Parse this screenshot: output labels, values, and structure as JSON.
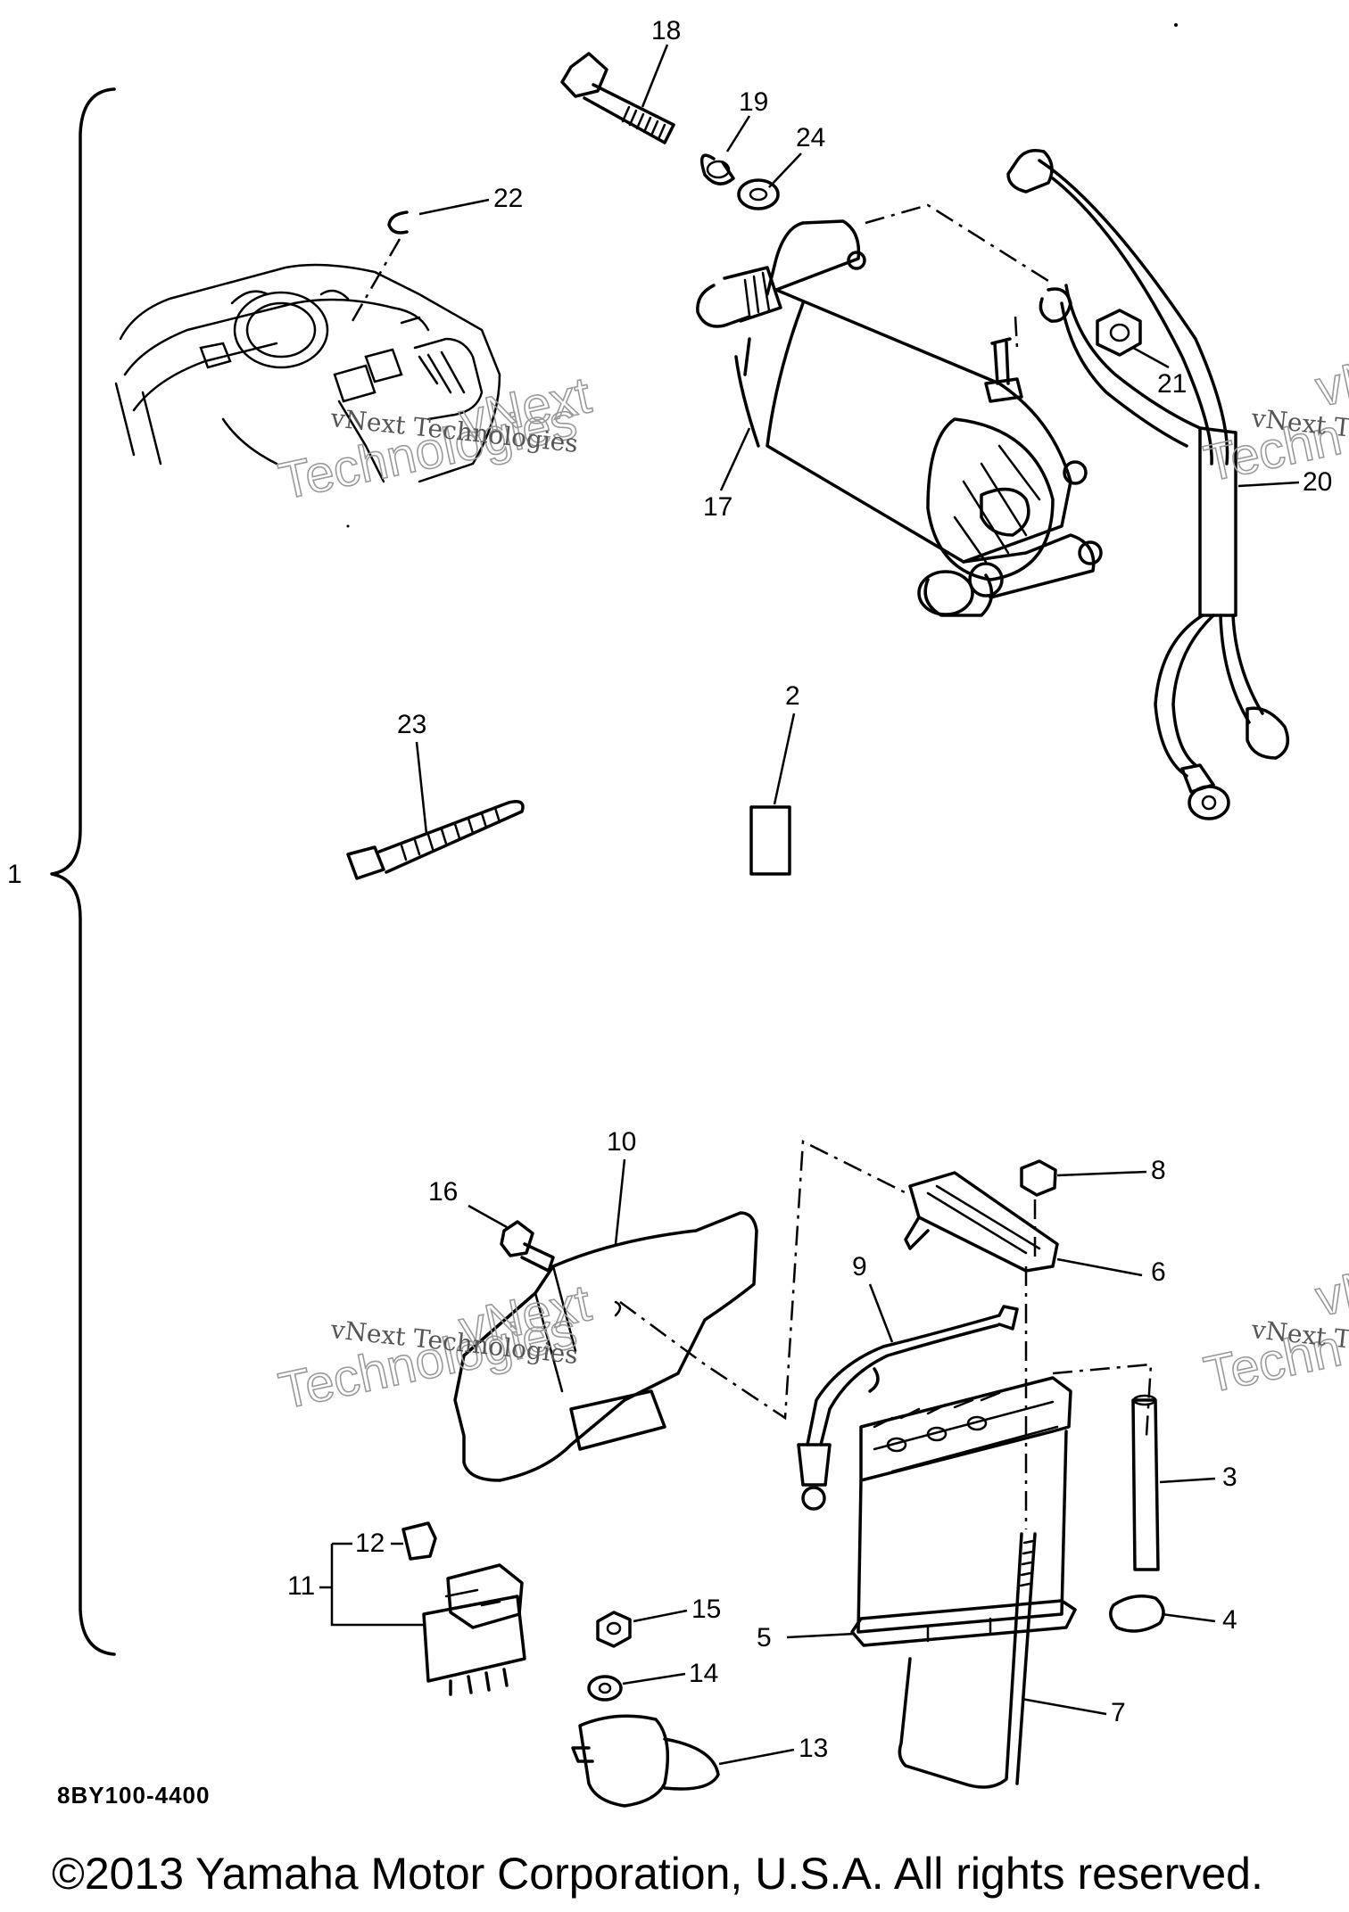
{
  "assembly_callout": "1",
  "callouts": {
    "p2": "2",
    "p3": "3",
    "p4": "4",
    "p5": "5",
    "p6": "6",
    "p7": "7",
    "p8": "8",
    "p9": "9",
    "p10": "10",
    "p11": "11",
    "p12": "12",
    "p13": "13",
    "p14": "14",
    "p15": "15",
    "p16": "16",
    "p17": "17",
    "p18": "18",
    "p19": "19",
    "p20": "20",
    "p21": "21",
    "p22": "22",
    "p23": "23",
    "p24": "24"
  },
  "watermark": {
    "small": "vNext Technologies",
    "small_cut": "vNext T",
    "large_line1": "vNext",
    "large_line2": "Technologies",
    "large_cut1": "vN",
    "large_cut2": "Techn"
  },
  "diagram_code": "8BY100-4400",
  "copyright": "©2013 Yamaha Motor Corporation, U.S.A. All rights reserved."
}
